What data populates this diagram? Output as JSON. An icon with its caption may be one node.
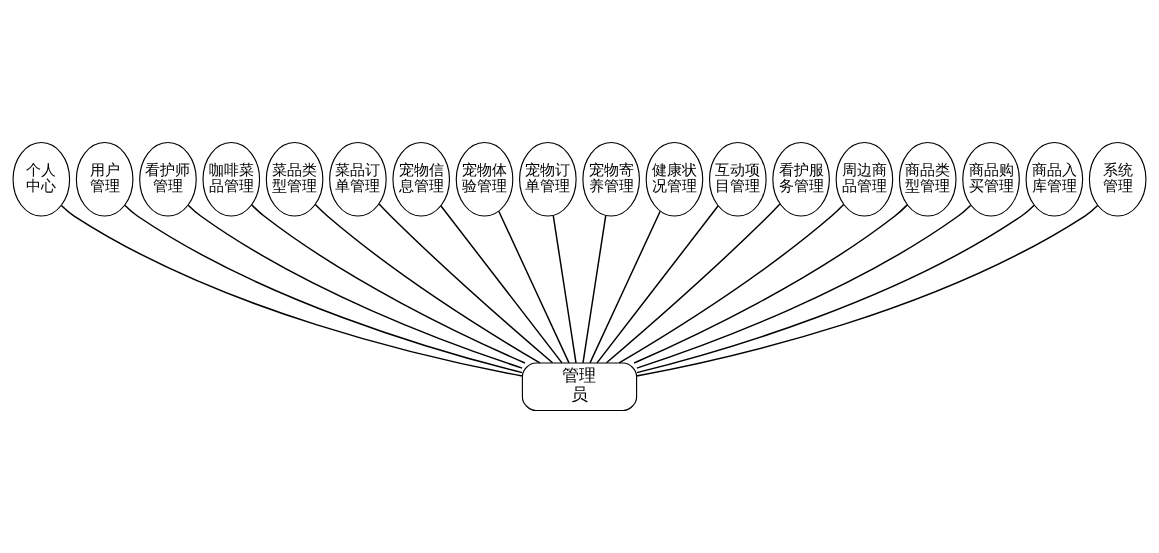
{
  "diagram": {
    "nodes": [
      {
        "text": [
          "管理员"
        ]
      },
      {
        "text": [
          "个人中心"
        ]
      },
      {
        "text": [
          "用户管理"
        ]
      },
      {
        "text": [
          "看护师管理"
        ]
      },
      {
        "text": [
          "咖啡菜品管理"
        ]
      },
      {
        "text": [
          "菜品类型管理"
        ]
      },
      {
        "text": [
          "菜品订单管理"
        ]
      },
      {
        "text": [
          "宠物信息管理"
        ]
      },
      {
        "text": [
          "宠物体验管理"
        ]
      },
      {
        "text": [
          "宠物订单管理"
        ]
      },
      {
        "text": [
          "宠物寄养管理"
        ]
      },
      {
        "text": [
          "健康状况管理"
        ]
      },
      {
        "text": [
          "互动项目管理"
        ]
      },
      {
        "text": [
          "看护服务管理"
        ]
      },
      {
        "text": [
          "周边商品管理"
        ]
      },
      {
        "text": [
          "商品类型管理"
        ]
      },
      {
        "text": [
          "商品购买管理"
        ]
      },
      {
        "text": [
          "商品入库管理"
        ]
      },
      {
        "text": [
          "系统管理"
        ]
      }
    ],
    "edges": [
      {
        "from": 0,
        "to": 1,
        "arrow": "none"
      },
      {
        "from": 0,
        "to": 2,
        "arrow": "none"
      },
      {
        "from": 0,
        "to": 3,
        "arrow": "none"
      },
      {
        "from": 0,
        "to": 4,
        "arrow": "none"
      },
      {
        "from": 0,
        "to": 5,
        "arrow": "none"
      },
      {
        "from": 0,
        "to": 6,
        "arrow": "none"
      },
      {
        "from": 0,
        "to": 7,
        "arrow": "none"
      },
      {
        "from": 0,
        "to": 8,
        "arrow": "none"
      },
      {
        "from": 0,
        "to": 9,
        "arrow": "none"
      },
      {
        "from": 0,
        "to": 10,
        "arrow": "none"
      },
      {
        "from": 0,
        "to": 11,
        "arrow": "none"
      },
      {
        "from": 0,
        "to": 12,
        "arrow": "none"
      },
      {
        "from": 0,
        "to": 13,
        "arrow": "none"
      },
      {
        "from": 0,
        "to": 14,
        "arrow": "none"
      },
      {
        "from": 0,
        "to": 15,
        "arrow": "none"
      },
      {
        "from": 0,
        "to": 16,
        "arrow": "none"
      },
      {
        "from": 0,
        "to": 17,
        "arrow": "none"
      },
      {
        "from": 0,
        "to": 18,
        "arrow": "none"
      }
    ]
  }
}
